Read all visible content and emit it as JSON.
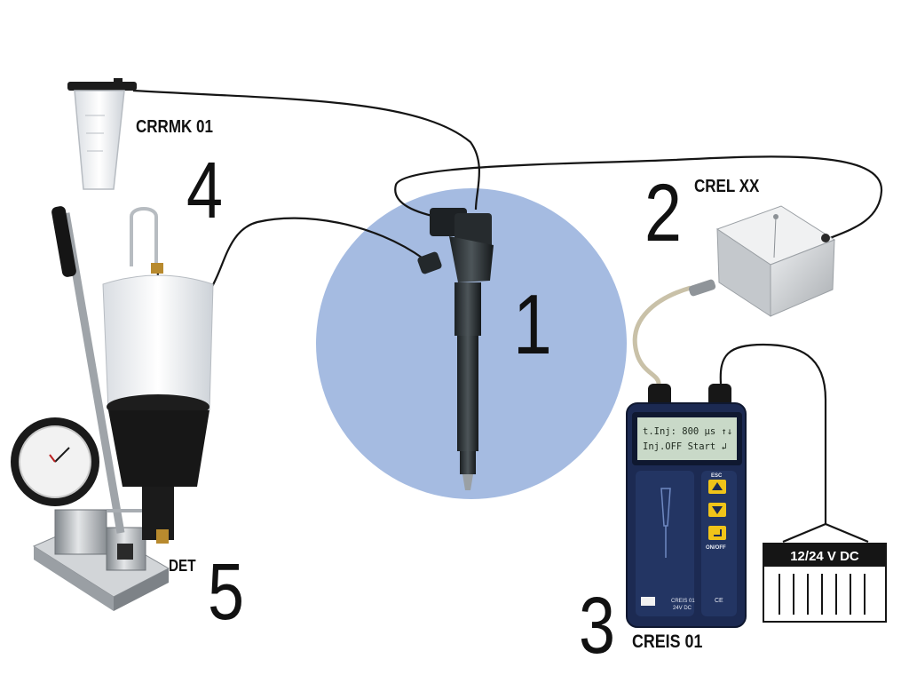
{
  "components": [
    {
      "number": "1",
      "label": ""
    },
    {
      "number": "2",
      "label": "CREL XX"
    },
    {
      "number": "3",
      "label": "CREIS 01"
    },
    {
      "number": "4",
      "label": "CRRMK 01"
    },
    {
      "number": "5",
      "label": "DET"
    }
  ],
  "tester": {
    "lcd_line_1": "t.Inj: 800 µs ↑↓",
    "lcd_line_2": "Inj.OFF  Start ↲",
    "esc_label": "ESC",
    "onoff_label": "ON/OFF",
    "model_label": "CREIS 01",
    "voltage_label": "24V DC",
    "ce_mark": "CE"
  },
  "power_supply": {
    "label": "12/24 V DC"
  },
  "colors": {
    "highlight_circle": "#a5bbe1",
    "tester_body": "#1c2a52",
    "lcd": "#c9d9c8",
    "key_yellow": "#f0c419"
  }
}
